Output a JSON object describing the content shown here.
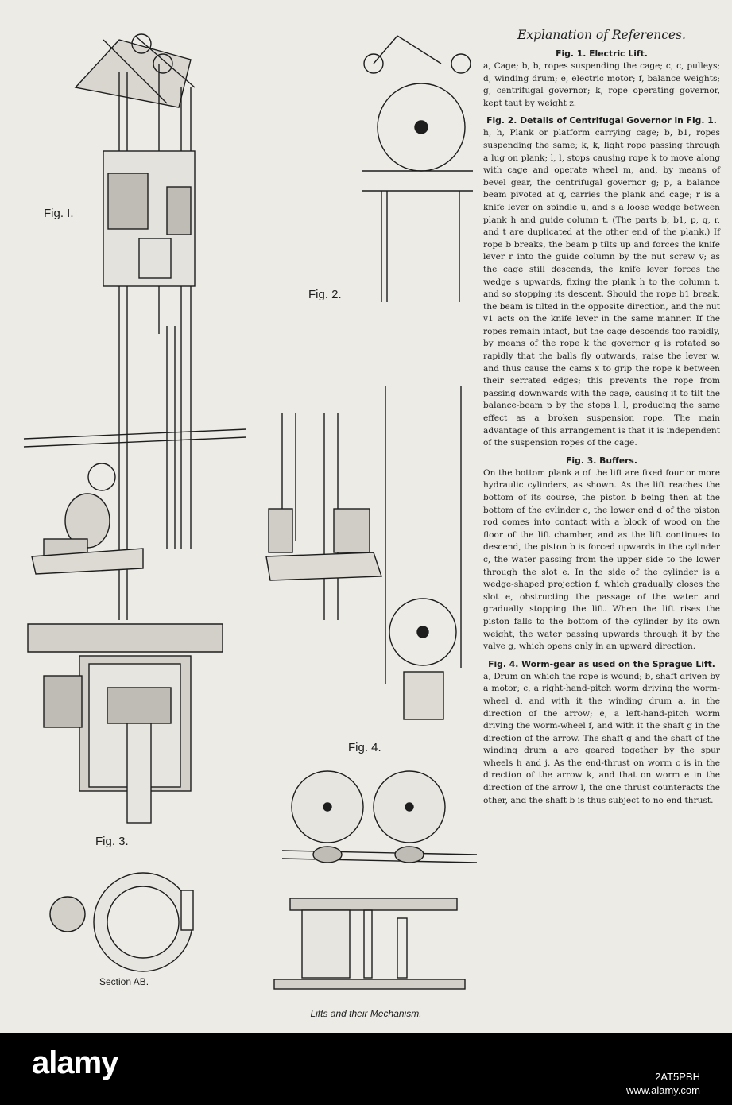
{
  "caption": "Lifts and their Mechanism.",
  "figure_labels": [
    "Fig. I.",
    "Fig. 2.",
    "Fig. 3.",
    "Fig. 4.",
    "Section AB."
  ],
  "explanation": {
    "title": "Explanation of References.",
    "sections": [
      {
        "heading": "Fig. 1. Electric Lift.",
        "body": "a, Cage; b, b, ropes suspending the cage; c, c, pulleys; d, winding drum; e, electric motor; f, balance weights; g, centrifugal governor; k, rope operating governor, kept taut by weight z."
      },
      {
        "heading": "Fig. 2. Details of Centrifugal Governor in Fig. 1.",
        "body": "h, h, Plank or platform carrying cage; b, b1, ropes suspending the same; k, k, light rope passing through a lug on plank; l, l, stops causing rope k to move along with cage and operate wheel m, and, by means of bevel gear, the centrifugal governor g; p, a balance beam pivoted at q, carries the plank and cage; r is a knife lever on spindle u, and s a loose wedge between plank h and guide column t. (The parts b, b1, p, q, r, and t are duplicated at the other end of the plank.) If rope b breaks, the beam p tilts up and forces the knife lever r into the guide column by the nut screw v; as the cage still descends, the knife lever forces the wedge s upwards, fixing the plank h to the column t, and so stopping its descent. Should the rope b1 break, the beam is tilted in the opposite direction, and the nut v1 acts on the knife lever in the same manner. If the ropes remain intact, but the cage descends too rapidly, by means of the rope k the governor g is rotated so rapidly that the balls fly outwards, raise the lever w, and thus cause the cams x to grip the rope k between their serrated edges; this prevents the rope from passing downwards with the cage, causing it to tilt the balance-beam p by the stops l, l, producing the same effect as a broken suspension rope. The main advantage of this arrangement is that it is independent of the suspension ropes of the cage."
      },
      {
        "heading": "Fig. 3. Buffers.",
        "body": "On the bottom plank a of the lift are fixed four or more hydraulic cylinders, as shown. As the lift reaches the bottom of its course, the piston b being then at the bottom of the cylinder c, the lower end d of the piston rod comes into contact with a block of wood on the floor of the lift chamber, and as the lift continues to descend, the piston b is forced upwards in the cylinder c, the water passing from the upper side to the lower through the slot e. In the side of the cylinder is a wedge-shaped projection f, which gradually closes the slot e, obstructing the passage of the water and gradually stopping the lift. When the lift rises the piston falls to the bottom of the cylinder by its own weight, the water passing upwards through it by the valve g, which opens only in an upward direction."
      },
      {
        "heading": "Fig. 4. Worm-gear as used on the Sprague Lift.",
        "body": "a, Drum on which the rope is wound; b, shaft driven by a motor; c, a right-hand-pitch worm driving the worm-wheel d, and with it the winding drum a, in the direction of the arrow; e, a left-hand-pitch worm driving the worm-wheel f, and with it the shaft g in the direction of the arrow. The shaft g and the shaft of the winding drum a are geared together by the spur wheels h and j. As the end-thrust on worm c is in the direction of the arrow k, and that on worm e in the direction of the arrow l, the one thrust counteracts the other, and the shaft b is thus subject to no end thrust."
      }
    ]
  },
  "watermark": {
    "logo": "alamy",
    "id": "2AT5PBH",
    "url": "www.alamy.com"
  }
}
